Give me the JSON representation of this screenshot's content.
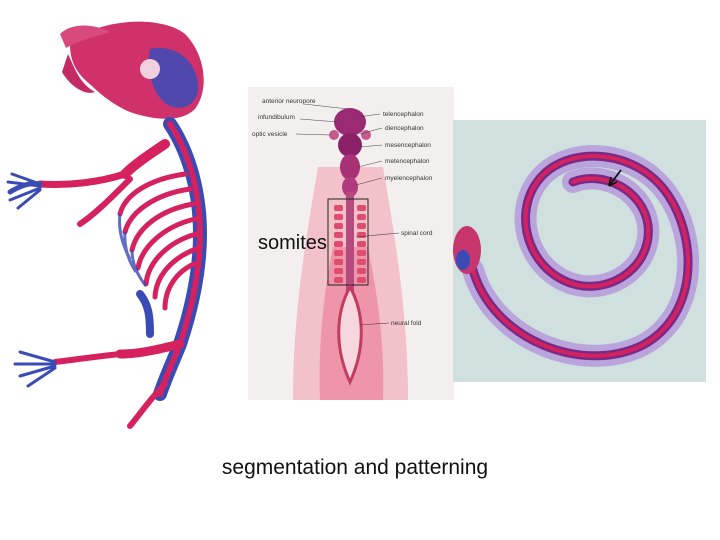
{
  "embryo_labels": {
    "anterior_neuropore": "anterior neuropore",
    "infundibulum": "infundibulum",
    "optic_vesicle": "optic vesicle",
    "telencephalon": "telencephalon",
    "diencephalon": "diencephalon",
    "mesencephalon": "mesencephalon",
    "metencephalon": "metencephalon",
    "myelencephalon": "myelencephalon",
    "spinal_cord": "spinal cord",
    "neural_fold": "neural fold"
  },
  "overlay_label": "somites",
  "caption": "segmentation and patterning",
  "colors": {
    "bone": "#d6215f",
    "cartilage": "#3b4bb5",
    "embryo_tissue": "#e8607a",
    "snake_background": "#cfe0df"
  }
}
